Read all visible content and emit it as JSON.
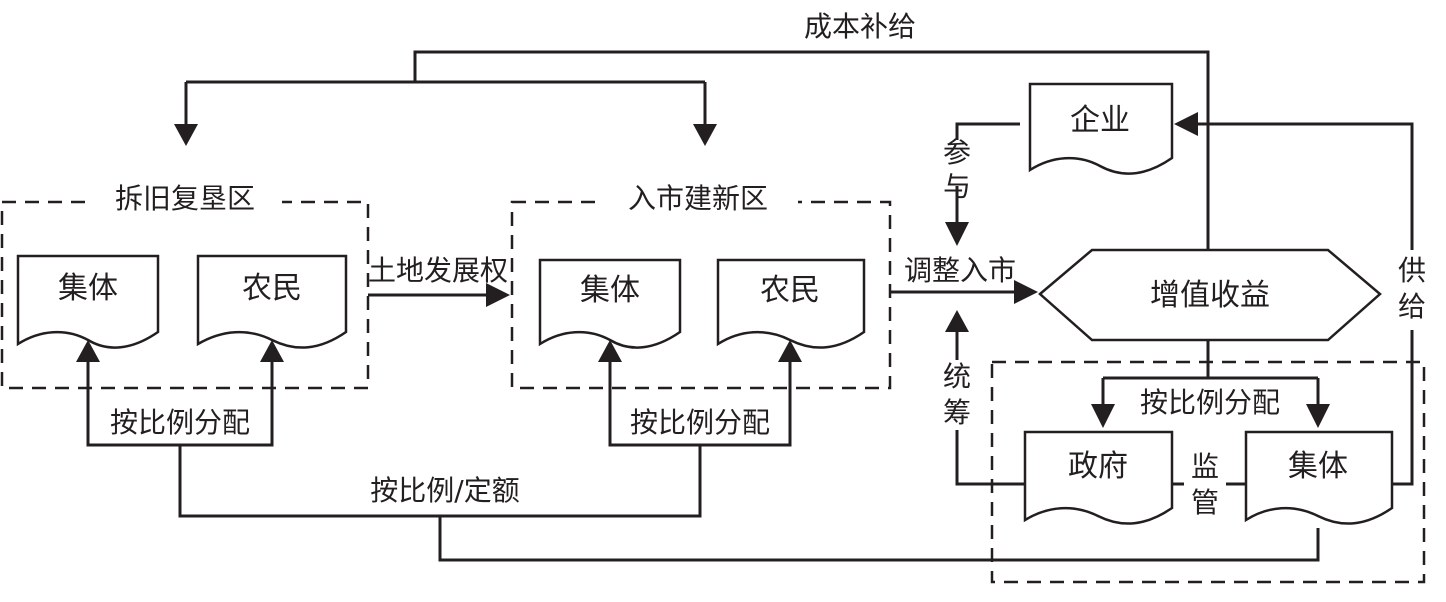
{
  "regions": {
    "demolition": "拆旧复垦区",
    "new_market": "入市建新区"
  },
  "nodes": {
    "collective_1": "集体",
    "farmer_1": "农民",
    "collective_2": "集体",
    "farmer_2": "农民",
    "enterprise": "企业",
    "value_added": "增值收益",
    "government": "政府",
    "collective_3": "集体"
  },
  "labels": {
    "cost_compensation": "成本补给",
    "land_dev_rights": "土地发展权",
    "adjust_market": "调整入市",
    "participate": [
      "参",
      "与"
    ],
    "coordinate": [
      "统",
      "筹"
    ],
    "supervise": [
      "监",
      "管"
    ],
    "supply": [
      "供",
      "给"
    ],
    "proportional_1": "按比例分配",
    "proportional_2": "按比例分配",
    "proportional_3": "按比例分配",
    "proportion_quota": "按比例/定额"
  }
}
